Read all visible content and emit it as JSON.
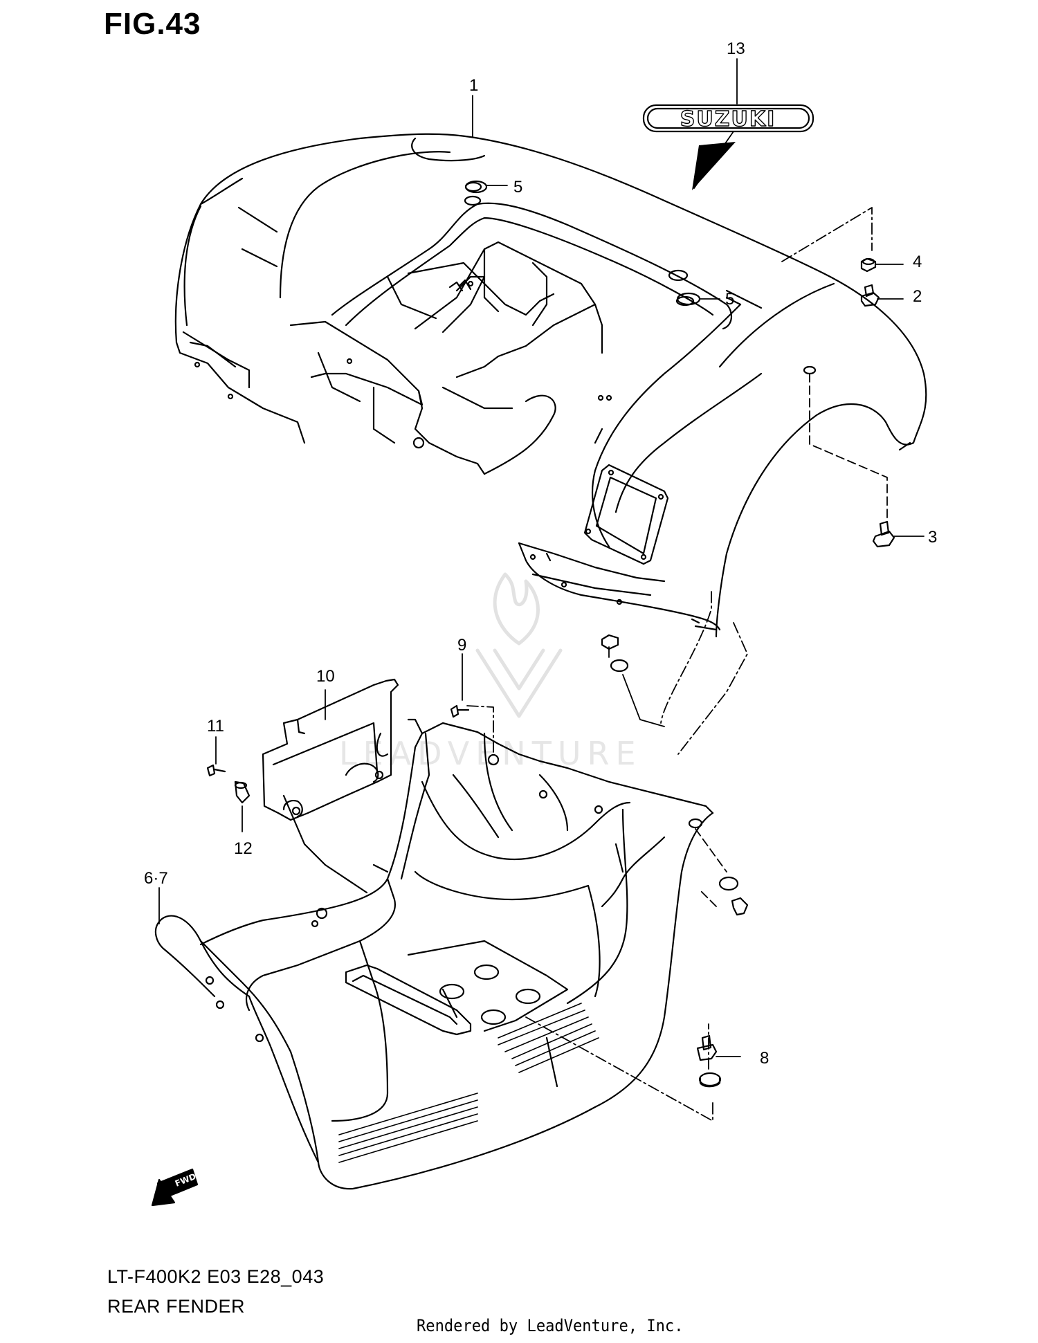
{
  "figure": {
    "title": "FIG.43"
  },
  "callouts": [
    {
      "id": "c1",
      "label": "1"
    },
    {
      "id": "c2",
      "label": "2"
    },
    {
      "id": "c3",
      "label": "3"
    },
    {
      "id": "c4",
      "label": "4"
    },
    {
      "id": "c5a",
      "label": "5"
    },
    {
      "id": "c5b",
      "label": "5"
    },
    {
      "id": "c67",
      "label": "6·7"
    },
    {
      "id": "c8",
      "label": "8"
    },
    {
      "id": "c9",
      "label": "9"
    },
    {
      "id": "c10",
      "label": "10"
    },
    {
      "id": "c11",
      "label": "11"
    },
    {
      "id": "c12",
      "label": "12"
    },
    {
      "id": "c13",
      "label": "13"
    }
  ],
  "decal": {
    "text": "SUZUKI"
  },
  "direction_marker": {
    "text": "FWD"
  },
  "watermark": {
    "text": "LEADVENTURE"
  },
  "footer": {
    "model_code": "LT-F400K2 E03 E28_043",
    "title": "REAR FENDER",
    "credit": "Rendered by LeadVenture, Inc."
  }
}
